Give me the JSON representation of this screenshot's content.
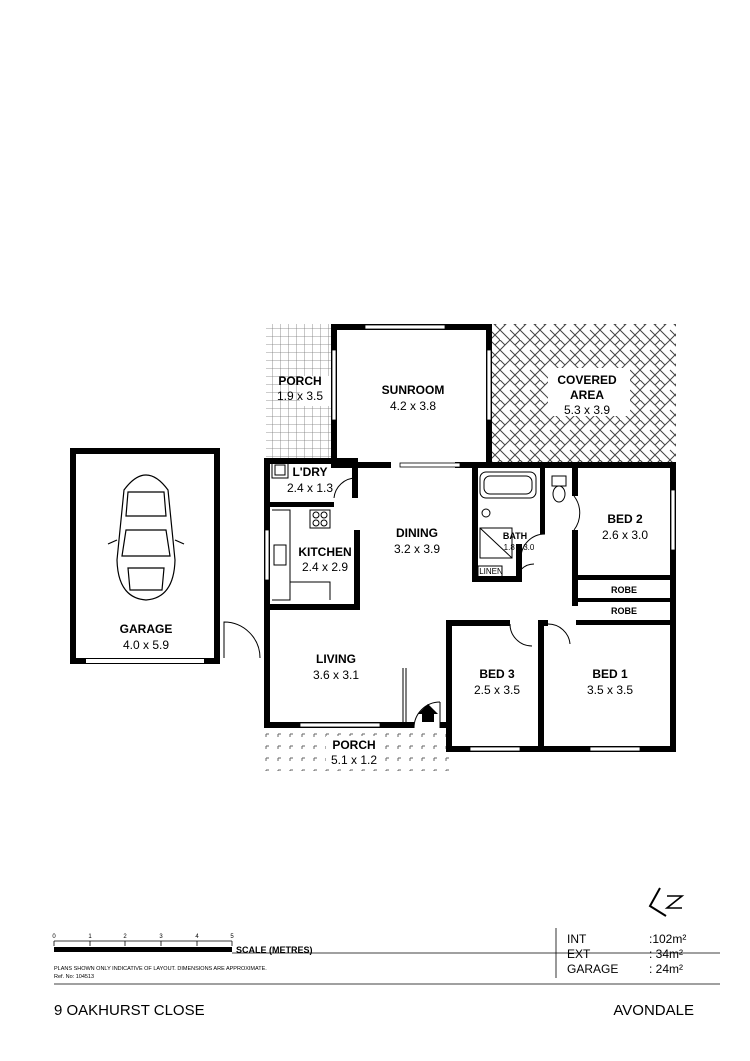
{
  "rooms": {
    "porch_left": {
      "name": "PORCH",
      "dims": "1.9 x 3.5"
    },
    "sunroom": {
      "name": "SUNROOM",
      "dims": "4.2 x 3.8"
    },
    "covered_area": {
      "name_line1": "COVERED",
      "name_line2": "AREA",
      "dims": "5.3 x 3.9"
    },
    "laundry": {
      "name": "L'DRY",
      "dims": "2.4 x 1.3"
    },
    "kitchen": {
      "name": "KITCHEN",
      "dims": "2.4 x 2.9"
    },
    "dining": {
      "name": "DINING",
      "dims": "3.2 x 3.9"
    },
    "bath": {
      "name": "BATH",
      "dims": "1.8 x 3.0"
    },
    "linen": {
      "name": "LINEN"
    },
    "bed2": {
      "name": "BED 2",
      "dims": "2.6 x 3.0"
    },
    "robe_upper": {
      "name": "ROBE"
    },
    "robe_lower": {
      "name": "ROBE"
    },
    "living": {
      "name": "LIVING",
      "dims": "3.6 x 3.1"
    },
    "bed3": {
      "name": "BED 3",
      "dims": "2.5 x 3.5"
    },
    "bed1": {
      "name": "BED 1",
      "dims": "3.5 x 3.5"
    },
    "porch_front": {
      "name": "PORCH",
      "dims": "5.1 x 1.2"
    },
    "garage": {
      "name": "GARAGE",
      "dims": "4.0 x 5.9"
    }
  },
  "scale_bar": {
    "ticks": [
      "0",
      "1",
      "2",
      "3",
      "4",
      "5"
    ],
    "label": "SCALE (METRES)",
    "disclaimer": "PLANS SHOWN ONLY INDICATIVE OF LAYOUT.  DIMENSIONS ARE APPROXIMATE.",
    "ref": "Ref. No: 104513"
  },
  "areas": [
    {
      "label": "INT",
      "value": ":102m²"
    },
    {
      "label": "EXT",
      "value": ":  34m²"
    },
    {
      "label": "GARAGE",
      "value": ":  24m²"
    }
  ],
  "footer": {
    "address": "9 OAKHURST CLOSE",
    "suburb": "AVONDALE"
  },
  "icons": {
    "compass": "north-arrow-icon",
    "car": "car-icon",
    "entry": "entry-arrow-icon"
  }
}
